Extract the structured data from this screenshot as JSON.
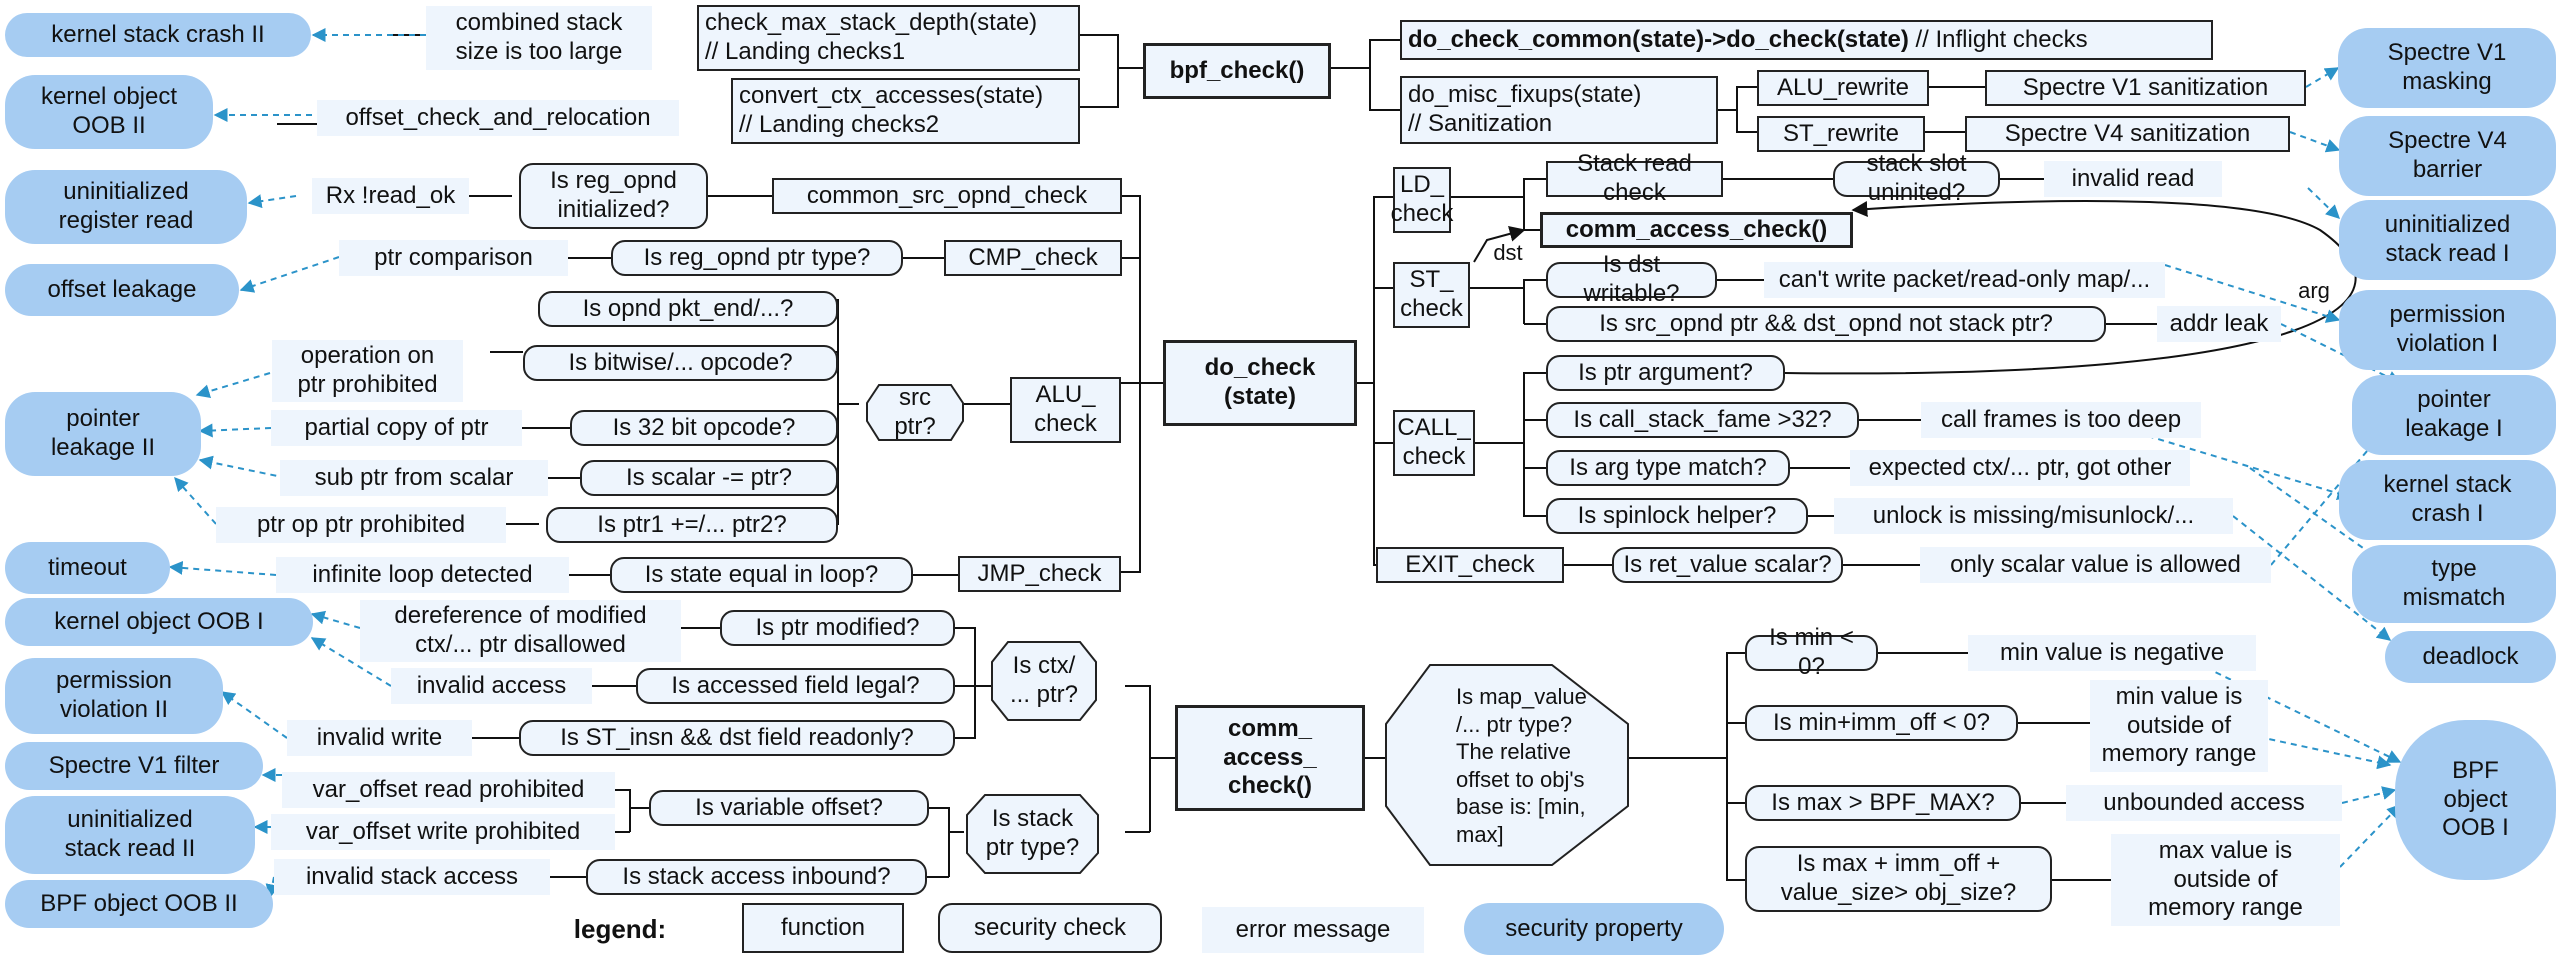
{
  "functions": {
    "bpf_check": "bpf_check()",
    "check_max_stack_depth": "check_max_stack_depth(state)\n// Landing checks1",
    "convert_ctx_accesses": "convert_ctx_accesses(state)\n// Landing checks2",
    "do_check_common_bold": "do_check_common(state)->do_check(state)",
    "do_check_common_comment": " // Inflight checks",
    "do_misc_fixups": "do_misc_fixups(state)\n// Sanitization",
    "alu_rewrite": "ALU_rewrite",
    "st_rewrite": "ST_rewrite",
    "common_src_opnd_check": "common_src_opnd_check",
    "cmp_check": "CMP_check",
    "alu_check": "ALU_\ncheck",
    "jmp_check": "JMP_check",
    "do_check": "do_check\n(state)",
    "ld_check": "LD_\ncheck",
    "st_check": "ST_\ncheck",
    "call_check": "CALL_\ncheck",
    "exit_check": "EXIT_check",
    "stack_read_check": "Stack read check",
    "comm_access_check_inline": "comm_access_check()",
    "comm_access_check": "comm_\naccess_\ncheck()"
  },
  "checks": {
    "reg_opnd_initialized": "Is reg_opnd\ninitialized?",
    "reg_opnd_ptr_type": "Is reg_opnd ptr type?",
    "opnd_pkt_end": "Is opnd pkt_end/...?",
    "bitwise_opcode": "Is bitwise/... opcode?",
    "bit32_opcode": "Is 32 bit opcode?",
    "scalar_minus_ptr": "Is scalar -= ptr?",
    "ptr1_ptr2": "Is ptr1 +=/... ptr2?",
    "src_ptr": "src\nptr?",
    "state_equal_loop": "Is state equal in loop?",
    "stack_slot_uninited": "stack slot uninited?",
    "dst_writable": "Is dst writable?",
    "src_dst_stack": "Is src_opnd ptr && dst_opnd not stack ptr?",
    "ptr_argument": "Is ptr argument?",
    "call_stack_frame": "Is call_stack_fame >32?",
    "arg_type_match": "Is arg type match?",
    "spinlock_helper": "Is spinlock helper?",
    "ret_value_scalar": "Is ret_value scalar?",
    "ptr_modified": "Is ptr modified?",
    "accessed_field_legal": "Is accessed field legal?",
    "st_insn_readonly": "Is ST_insn && dst field readonly?",
    "ctx_ptr": "Is ctx/\n... ptr?",
    "variable_offset": "Is variable offset?",
    "stack_access_inbound": "Is stack access inbound?",
    "stack_ptr_type": "Is stack\nptr type?",
    "map_value_ptr": "Is map_value\n/...  ptr type?\nThe relative\noffset to obj's\nbase is:  [min,\nmax]",
    "min_lt_0": "Is min < 0?",
    "min_imm_off": "Is min+imm_off  < 0?",
    "max_gt_bpf_max": "Is max > BPF_MAX?",
    "max_imm_off_size": "Is max + imm_off +\nvalue_size> obj_size?"
  },
  "errors": {
    "combined_stack": "combined stack\nsize is too large",
    "offset_check_relocation": "offset_check_and_relocation",
    "rx_read_ok": "Rx !read_ok",
    "ptr_comparison": "ptr comparison",
    "operation_on_ptr": "operation on\nptr prohibited",
    "partial_copy": "partial copy of ptr",
    "sub_ptr_scalar": "sub ptr from scalar",
    "ptr_op_ptr": "ptr op ptr prohibited",
    "infinite_loop": "infinite loop detected",
    "deref_modified": "dereference of modified\nctx/... ptr disallowed",
    "invalid_access": "invalid access",
    "invalid_write": "invalid write",
    "var_offset_read": "var_offset read prohibited",
    "var_offset_write": "var_offset write prohibited",
    "invalid_stack_access": "invalid stack access",
    "spectre_v1_sanitization": "Spectre V1 sanitization",
    "spectre_v4_sanitization": "Spectre V4 sanitization",
    "invalid_read": "invalid read",
    "cant_write_packet": "can't write packet/read-only map/...",
    "addr_leak": "addr leak",
    "call_frames_deep": "call frames is too deep",
    "expected_ctx": "expected ctx/... ptr, got other",
    "unlock_missing": "unlock is missing/misunlock/...",
    "only_scalar": "only scalar value is allowed",
    "min_negative": "min value is negative",
    "min_outside": "min value is\noutside of\nmemory range",
    "unbounded_access": "unbounded access",
    "max_outside": "max value is\noutside of\nmemory range"
  },
  "properties": {
    "kernel_stack_crash_2": "kernel stack crash II",
    "kernel_object_oob_2": "kernel object\nOOB II",
    "uninit_register_read": "uninitialized\nregister read",
    "offset_leakage": "offset leakage",
    "pointer_leakage_2": "pointer\nleakage II",
    "timeout": "timeout",
    "kernel_object_oob_1": "kernel object OOB I",
    "permission_violation_2": "permission\nviolation II",
    "spectre_v1_filter": "Spectre V1 filter",
    "uninit_stack_read_2": "uninitialized\nstack read II",
    "bpf_object_oob_2": "BPF object OOB II",
    "spectre_v1_masking": "Spectre V1\nmasking",
    "spectre_v4_barrier": "Spectre V4\nbarrier",
    "uninit_stack_read_1": "uninitialized\nstack read I",
    "permission_violation_1": "permission\nviolation I",
    "pointer_leakage_1": "pointer\nleakage I",
    "kernel_stack_crash_1": "kernel stack\ncrash I",
    "type_mismatch": "type\nmismatch",
    "deadlock": "deadlock",
    "bpf_object_oob_1": "BPF\nobject\nOOB I"
  },
  "edge_labels": {
    "dst": "dst",
    "arg": "arg"
  },
  "legend": {
    "title": "legend:",
    "function": "function",
    "security_check": "security check",
    "error_message": "error message",
    "security_property": "security property"
  },
  "colors": {
    "node_fill": "#eef5fd",
    "property_fill": "#a6ccf2",
    "dashed_arrow": "#2b93c9",
    "line": "#111111"
  }
}
